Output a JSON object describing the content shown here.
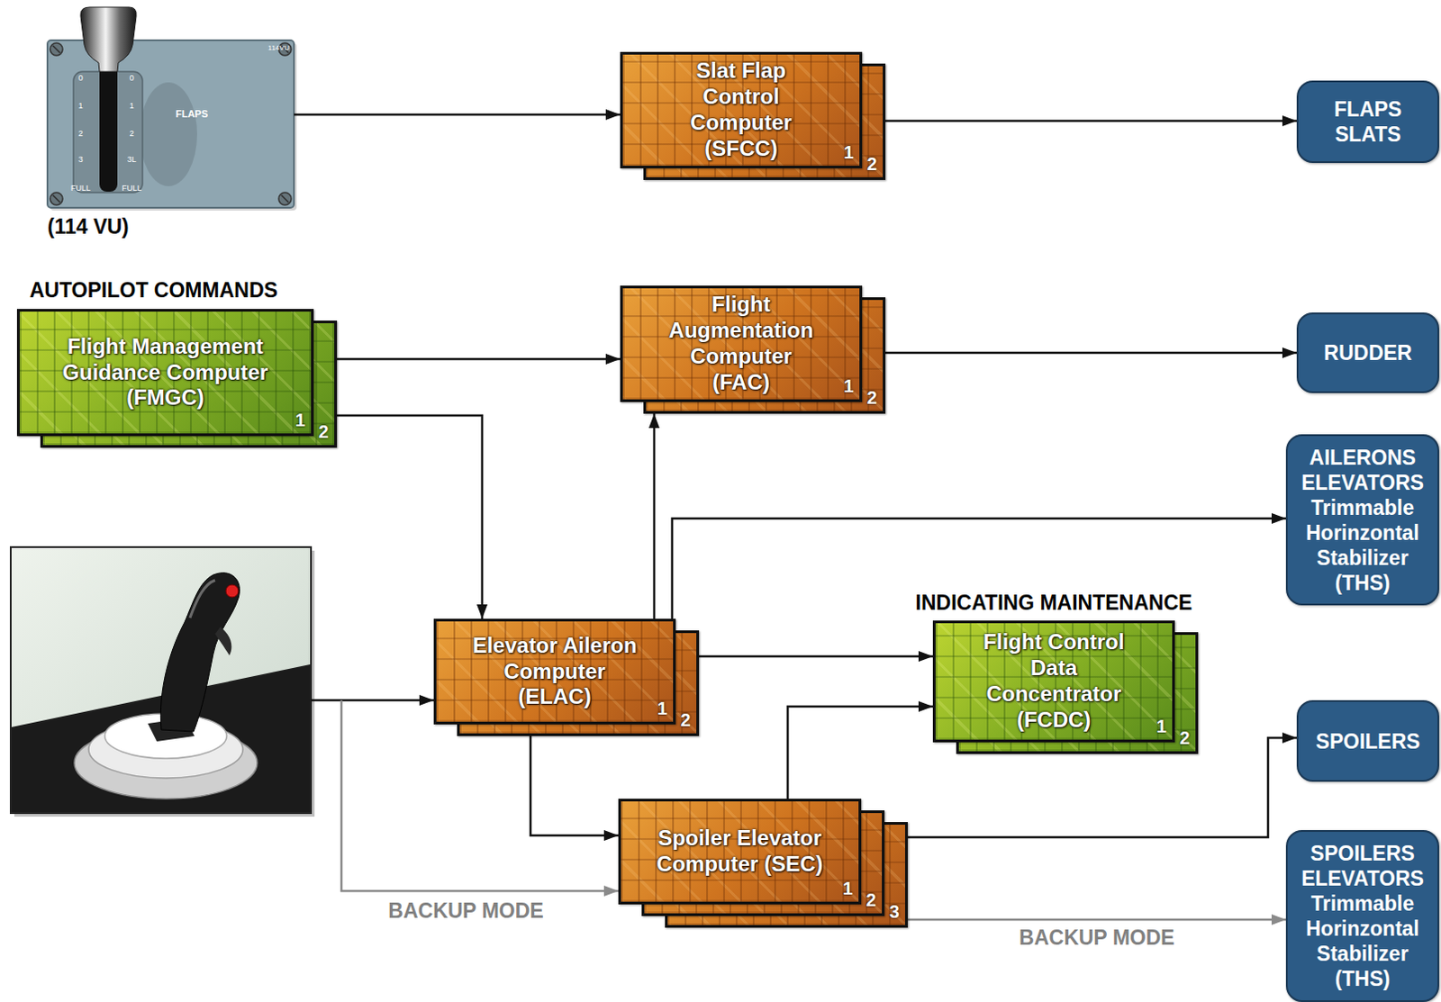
{
  "diagram": {
    "nodes": [
      {
        "text": [
          "114VU",
          "0",
          "1",
          "2",
          "3",
          "FULL",
          "0",
          "1",
          "2",
          "3L",
          "FULL",
          "FLAPS",
          "(114 VU)"
        ]
      },
      {
        "text": [
          "Slat Flap Control Computer (SFCC)",
          "1",
          "2"
        ]
      },
      {
        "text": [
          "FLAPS SLATS"
        ]
      },
      {
        "text": [
          "AUTOPILOT COMMANDS",
          "Flight Management Guidance Computer (FMGC)",
          "1",
          "2"
        ]
      },
      {
        "text": [
          "Flight Augmentation Computer (FAC)",
          "1",
          "2"
        ]
      },
      {
        "text": [
          "RUDDER"
        ]
      },
      {
        "text": [
          "AILERONS ELEVATORS Trimmable Horinzontal Stabilizer (THS)"
        ]
      },
      {
        "text": [
          "Elevator Aileron Computer (ELAC)",
          "1",
          "2"
        ]
      },
      {
        "text": [
          "INDICATING MAINTENANCE",
          "Flight Control Data Concentrator (FCDC)",
          "1",
          "2"
        ]
      },
      {
        "text": [
          "SPOILERS"
        ]
      },
      {
        "text": [
          "Spoiler Elevator Computer (SEC)",
          "1",
          "2",
          "3"
        ]
      },
      {
        "text": [
          "SPOILERS ELEVATORS Trimmable Horinzontal Stabilizer (THS)"
        ]
      }
    ],
    "edges": [
      {
        "from": 0,
        "to": 1,
        "arrow": "to"
      },
      {
        "from": 1,
        "to": 2,
        "arrow": "to"
      },
      {
        "from": 3,
        "to": 4,
        "arrow": "to"
      },
      {
        "from": 3,
        "to": 7,
        "arrow": "to"
      },
      {
        "from": 4,
        "to": 5,
        "arrow": "to"
      },
      {
        "from": 7,
        "to": 4,
        "arrow": "to"
      },
      {
        "from": 7,
        "to": 6,
        "arrow": "to"
      },
      {
        "from": 7,
        "to": 8,
        "arrow": "to"
      },
      {
        "from": 7,
        "to": 10,
        "arrow": "to"
      },
      {
        "from": 10,
        "to": 8,
        "arrow": "to"
      },
      {
        "from": 10,
        "to": 9,
        "arrow": "to"
      },
      {
        "from": 10,
        "to": 11,
        "label": "BACKUP MODE",
        "arrow": "to"
      }
    ],
    "labels": [
      "BACKUP MODE"
    ]
  }
}
